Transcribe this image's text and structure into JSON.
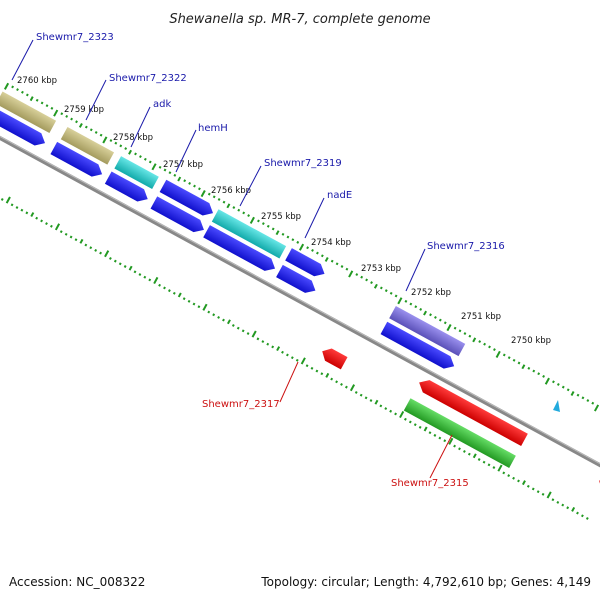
{
  "title": "Shewanella sp. MR-7, complete genome",
  "footer": {
    "accession": "Accession: NC_008322",
    "topology": "Topology: circular; Length: 4,792,610 bp; Genes: 4,149"
  },
  "ruler": [
    "2760 kbp",
    "2759 kbp",
    "2758 kbp",
    "2757 kbp",
    "2756 kbp",
    "2755 kbp",
    "2754 kbp",
    "2753 kbp",
    "2752 kbp",
    "2751 kbp",
    "2750 kbp"
  ],
  "gene_labels": [
    "Shewmr7_2323",
    "Shewmr7_2322",
    "adk",
    "hemH",
    "Shewmr7_2319",
    "nadE",
    "Shewmr7_2316",
    "Shewmr7_2317",
    "Shewmr7_2315"
  ],
  "colors": {
    "blue": "#1a1aee",
    "red": "#ee1111",
    "cyan": "#22cccc",
    "olive": "#bdb47a",
    "slate": "#7b6fd6",
    "green": "#33bb33",
    "tick_green": "#229922",
    "backbone": "#888888",
    "label_blue": "#1a1aaa",
    "label_red": "#cc1111"
  }
}
